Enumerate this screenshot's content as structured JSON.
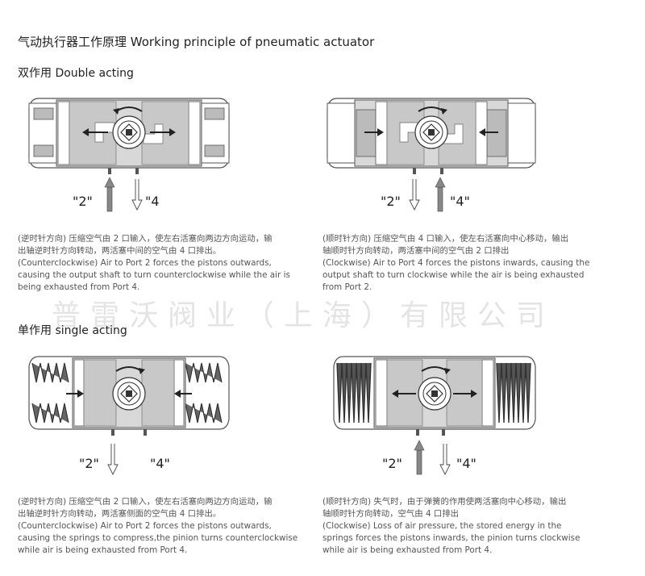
{
  "title": "气动执行器工作原理 Working principle of pneumatic actuator",
  "sections": {
    "double": {
      "heading": "双作用  Double acting",
      "left": {
        "port2": "\"2\"",
        "port4": "\"4",
        "desc": [
          "(逆时针方向) 压缩空气由 2 口输入，使左右活塞向两边方向运动，输",
          "出轴逆时针方向转动，两活塞中间的空气由 4 口排出。",
          "(Counterclockwise) Air to Port 2 forces the pistons outwards,",
          "causing the output shaft to turn counterclockwise while the air is",
          "being exhausted from Port 4."
        ]
      },
      "right": {
        "port2": "\"2\"",
        "port4": "\"4\"",
        "desc": [
          "(顺时针方向) 压缩空气由 4 口输入，使左右活塞向中心移动，输出",
          "轴顺时针方向转动，两活塞中间的空气由 2 口排出",
          "(Clockwise) Air to Port 4 forces the pistons inwards, causing the",
          "output shaft to turn clockwise while the air is being exhausted",
          "from Port 2."
        ]
      }
    },
    "single": {
      "heading": "单作用  single acting",
      "left": {
        "port2": "\"2\"",
        "port4": "\"4\"",
        "desc": [
          "(逆时针方向) 压缩空气由 2 口输入，使左右活塞向两边方向运动，输",
          "出轴逆时针方向转动，两活塞侧面的空气由 4 口排出。",
          "(Counterclockwise) Air to Port 2 forces the pistons outwards,",
          "causing the springs to compress,the pinion turns counterclockwise",
          "while air is being exhausted from Port 4."
        ]
      },
      "right": {
        "port2": "\"2\"",
        "port4": "\"4\"",
        "desc": [
          "(顺时针方向) 失气时，由于弹簧的作用使两活塞向中心移动，输出",
          "轴顺时针方向转动，空气由 4 口排出",
          "(Clockwise) Loss of air pressure, the stored energy in the",
          "springs forces the pistons inwards, the pinion turns clockwise",
          "while air is being exhausted from Port 4."
        ]
      }
    }
  },
  "watermark": "普雷沃阀业（上海）有限公司"
}
